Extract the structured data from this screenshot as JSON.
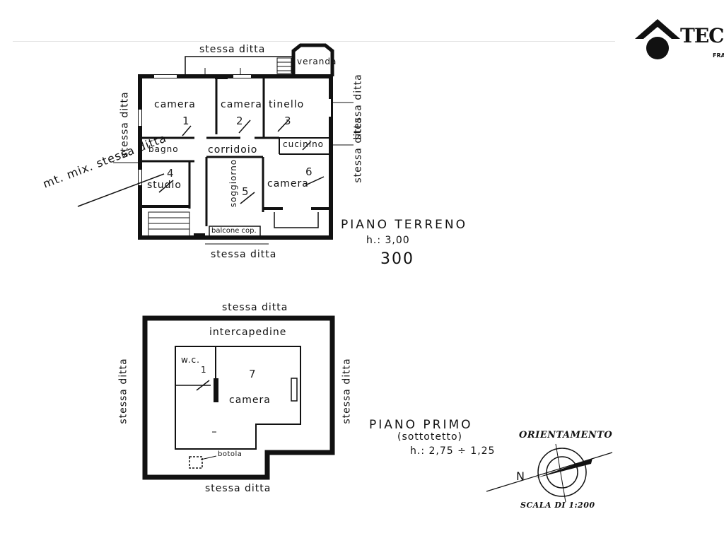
{
  "brand": {
    "logo_text": "TECN",
    "logo_sub": "FRA"
  },
  "ground_floor": {
    "title": "PIANO  TERRENO",
    "height": "h.: 3,00",
    "stamp": "300",
    "neighbors": {
      "top": "stessa ditta",
      "bottom": "stessa ditta",
      "left": "stessa ditta",
      "right_upper": "stessa ditta",
      "right_lower": "stessa ditta"
    },
    "rooms": {
      "camera1": "camera",
      "camera1_num": "1",
      "camera2": "camera",
      "camera2_num": "2",
      "tinello": "tinello",
      "tinello_num": "3",
      "veranda": "veranda",
      "bagno": "bagno",
      "corridoio": "corridoio",
      "cucinino": "cucinino",
      "studio": "studio",
      "studio_num": "4",
      "soggiorno": "soggiorno",
      "soggiorno_num": "5",
      "camera6": "camera",
      "camera6_num": "6",
      "balcone": "balcone cop."
    },
    "annotation": "mt. mix. stessa ditta"
  },
  "first_floor": {
    "title": "PIANO  PRIMO",
    "subtitle": "(sottotetto)",
    "height": "h.: 2,75 ÷ 1,25",
    "neighbors": {
      "top": "stessa ditta",
      "bottom": "stessa ditta",
      "left": "stessa ditta",
      "right": "stessa ditta"
    },
    "rooms": {
      "intercapedine": "intercapedine",
      "wc": "w.c.",
      "wc_num": "1",
      "camera": "camera",
      "camera_num": "7",
      "botola": "botola"
    }
  },
  "orientation": {
    "title": "ORIENTAMENTO",
    "north": "N",
    "scale": "SCALA DI 1:200"
  }
}
